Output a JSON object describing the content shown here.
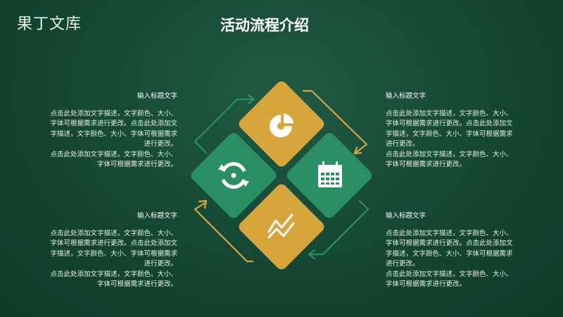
{
  "brand": "果丁文库",
  "title": "活动流程介绍",
  "colors": {
    "green": "#2b8f66",
    "gold": "#d6a53c",
    "bg": "#144633"
  },
  "blocks": [
    {
      "heading": "输入标题文字",
      "para1": "点击此处添加文字描述，文字颜色、大小、字体可根据需求进行更改。点击此处添加文字描述，文字颜色、大小、字体可根据需求进行更改。",
      "para2": "点击此处添加文字描述，文字颜色、大小、字体可根据需求进行更改。"
    },
    {
      "heading": "输入标题文字",
      "para1": "点击此处添加文字描述，文字颜色、大小、字体可根据需求进行更改。点击此处添加文字描述，文字颜色、大小、字体可根据需求进行更改。",
      "para2": "点击此处添加文字描述，文字颜色、大小、字体可根据需求进行更改。"
    },
    {
      "heading": "输入标题文字",
      "para1": "点击此处添加文字描述，文字颜色、大小、字体可根据需求进行更改。点击此处添加文字描述，文字颜色、大小、字体可根据需求进行更改。",
      "para2": "点击此处添加文字描述，文字颜色、大小、字体可根据需求进行更改。"
    },
    {
      "heading": "输入标题文字",
      "para1": "点击此处添加文字描述，文字颜色、大小、字体可根据需求进行更改。点击此处添加文字描述，文字颜色、大小、字体可根据需求进行更改。",
      "para2": "点击此处添加文字描述，文字颜色、大小、字体可根据需求进行更改。"
    }
  ],
  "icons": [
    "pie-chart-icon",
    "refresh-icon",
    "calendar-icon",
    "trend-line-icon"
  ]
}
